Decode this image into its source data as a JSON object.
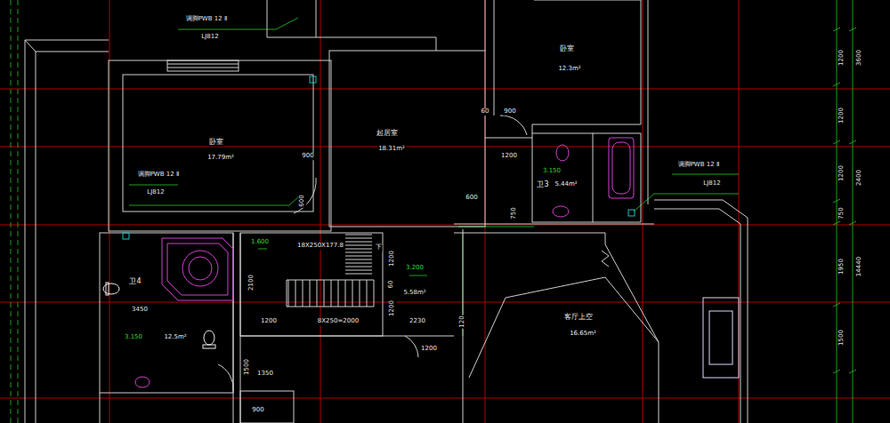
{
  "diagram": {
    "nodes": [
      {
        "text": [
          "卧室",
          "12.3m²"
        ]
      },
      {
        "text": [
          "卧室",
          "17.79m²"
        ]
      },
      {
        "text": [
          "起居室",
          "18.31m²"
        ]
      },
      {
        "text": [
          "卫3",
          "5.44m²"
        ]
      },
      {
        "text": [
          "卫4",
          "12.5m²"
        ]
      },
      {
        "text": [
          "客厅上空",
          "16.65m²"
        ]
      }
    ],
    "labels": [
      "调脚PWB 12 Ⅱ",
      "LJ812",
      "1200",
      "3600",
      "60",
      "900",
      "1200",
      "900",
      "1200",
      "调脚PWB 12 Ⅱ",
      "3.150",
      "调脚PWB 12 Ⅱ",
      "1200",
      "2400",
      "LJ812",
      "LJ812",
      "600",
      "600",
      "750",
      "750",
      "1.600",
      "18X250X177.8",
      "下",
      "1200",
      "3.200",
      "1950",
      "14440",
      "2100",
      "60",
      "5.58m²",
      "1200",
      "3450",
      "1200",
      "8X250=2000",
      "2230",
      "120",
      "3.150",
      "1500",
      "1200",
      "1500",
      "1350",
      "900"
    ]
  }
}
